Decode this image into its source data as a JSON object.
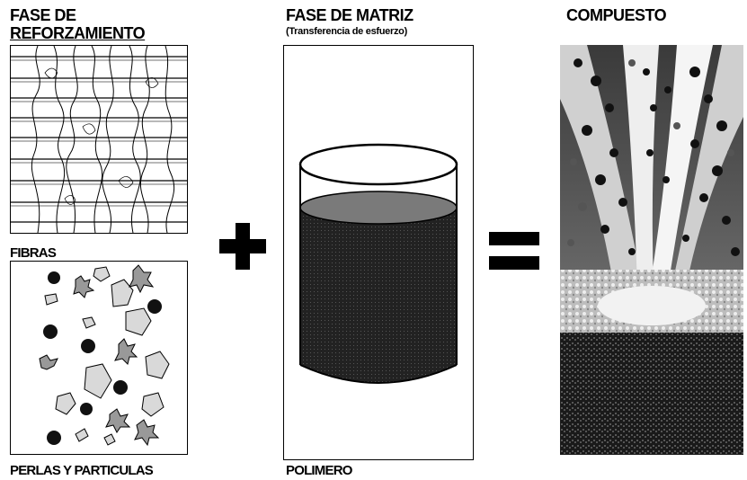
{
  "reinforcement": {
    "title_line1": "FASE DE",
    "title_line2": "REFORZAMIENTO",
    "fibers_label": "FIBRAS",
    "particles_label": "PERLAS Y PARTICULAS"
  },
  "operators": {
    "plus": "+",
    "equals": "="
  },
  "matrix": {
    "title": "FASE DE MATRIZ",
    "subtitle": "(Transferencia de esfuerzo)",
    "polymer_label": "POLIMERO"
  },
  "composite": {
    "title": "COMPUESTO"
  },
  "colors": {
    "ink": "#000000",
    "dark_fill": "#111111",
    "particle": "#d9d9d9"
  }
}
